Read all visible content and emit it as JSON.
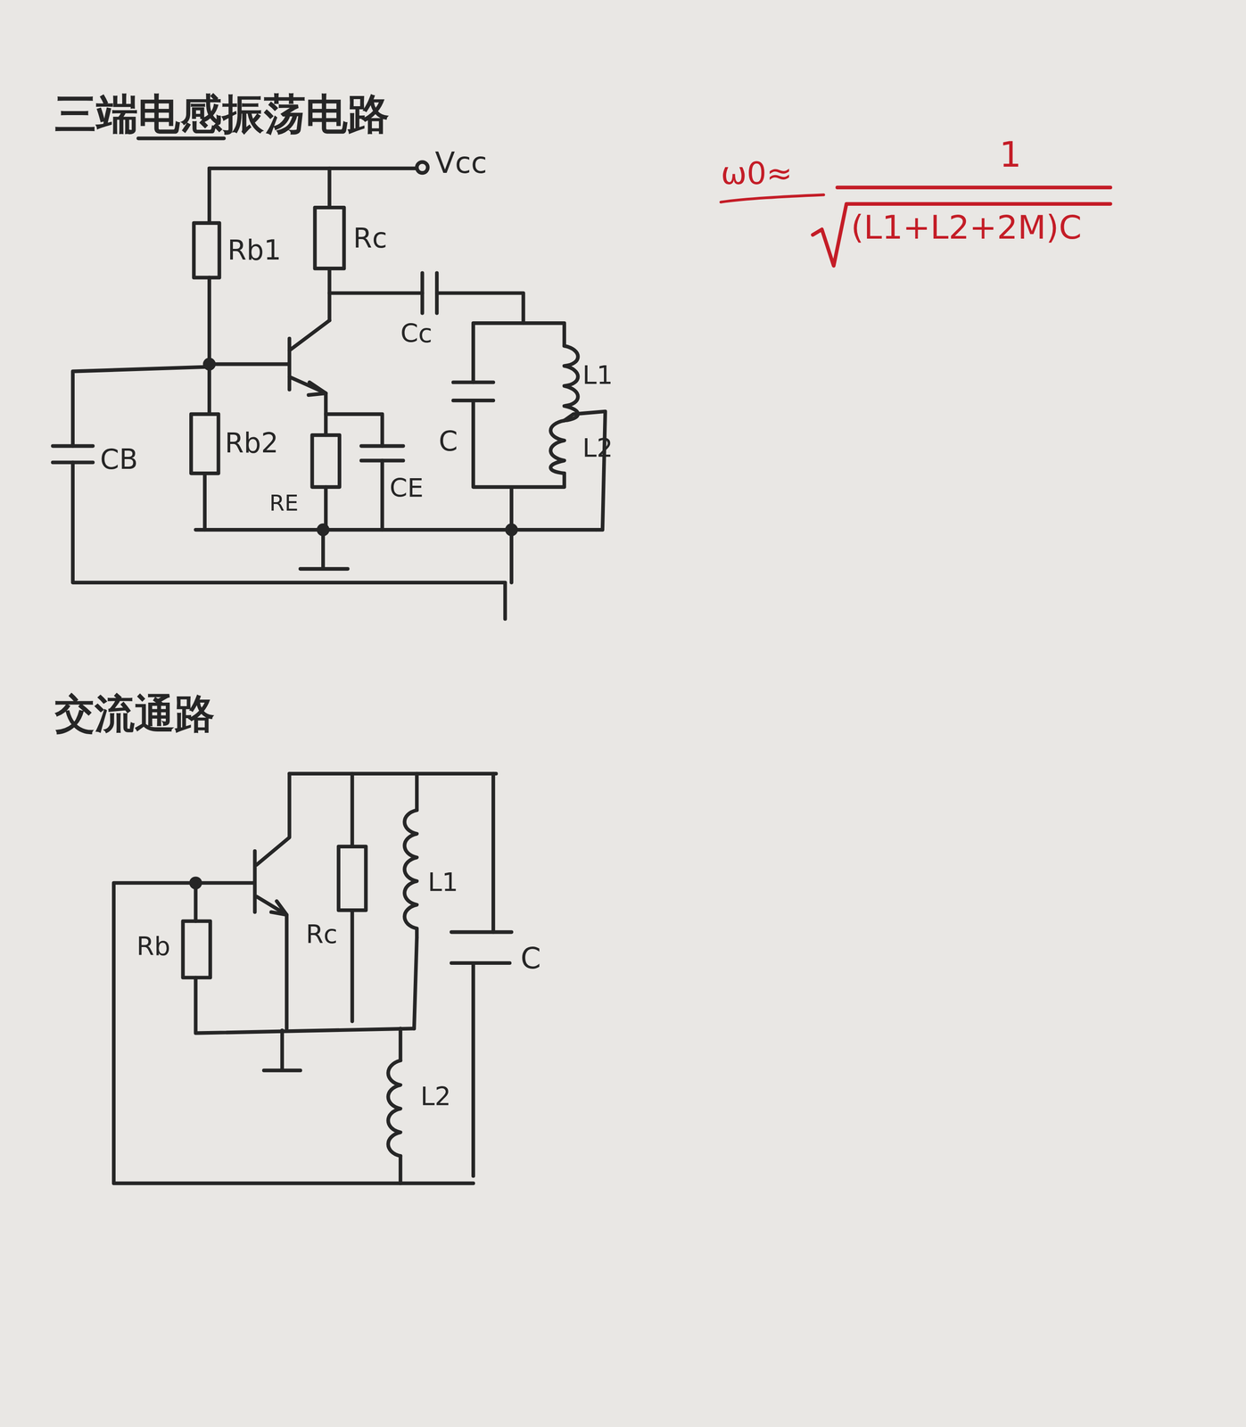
{
  "diagram": {
    "title": "三端电感振荡电路",
    "labels": [
      "Vcc",
      "Rb1",
      "Rc",
      "Cc",
      "L1",
      "C",
      "L2",
      "CB",
      "Rb2",
      "RE",
      "CE",
      "ω0≈",
      "1",
      "(L1+L2+2M)C",
      "交流通路",
      "Rb",
      "Rc",
      "L1",
      "C",
      "L2"
    ]
  }
}
